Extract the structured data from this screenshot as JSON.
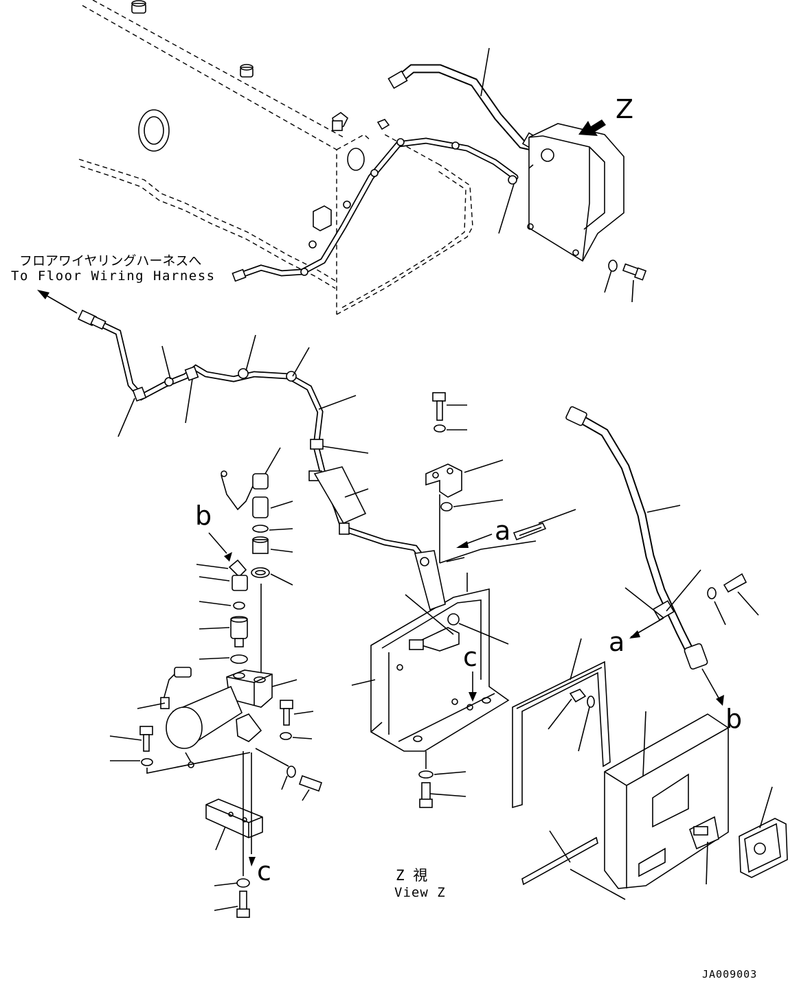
{
  "labels": {
    "floor_harness_jp": "フロアワイヤリングハーネスへ",
    "floor_harness_en": "To Floor Wiring Harness",
    "view_z_jp": "Z  視",
    "view_z_en": "View Z",
    "view_letter_z": "Z",
    "ref_a_1": "a",
    "ref_a_2": "a",
    "ref_b_1": "b",
    "ref_b_2": "b",
    "ref_c_1": "c",
    "ref_c_2": "c",
    "drawing_number": "JA009003"
  }
}
